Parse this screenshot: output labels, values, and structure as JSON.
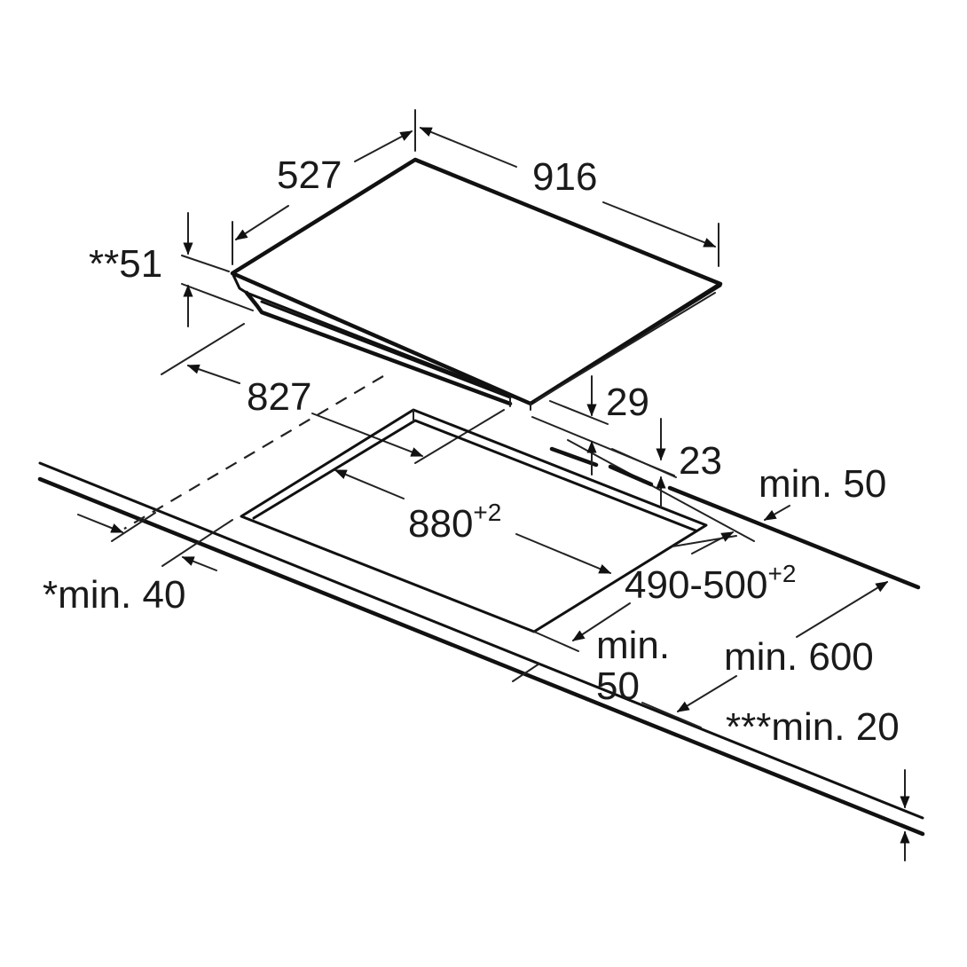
{
  "diagram": {
    "subject": "Built-in cooktop installation dimensions",
    "units": "mm",
    "colors": {
      "line": "#111111",
      "text": "#1a1a1a",
      "background": "#ffffff"
    },
    "labels": {
      "depth_527": "527",
      "width_916": "916",
      "height_51": "**51",
      "width_827": "827",
      "height_29": "29",
      "height_23": "23",
      "rear_min_50": "min. 50",
      "cutout_880": "880",
      "cutout_880_tol": "+2",
      "cutout_490_500": "490-500",
      "cutout_490_500_tol": "+2",
      "front_min_50_line1": "min.",
      "front_min_50_line2": "50",
      "min_600": "min. 600",
      "side_min_40": "*min. 40",
      "worktop_min_20": "***min. 20"
    }
  }
}
